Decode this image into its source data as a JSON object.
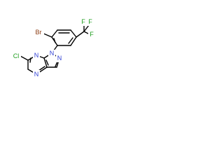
{
  "molecule": {
    "atoms": {
      "br": "Br",
      "n1": "N",
      "n_pyrazole": "N",
      "n_pyrimidine_top": "N",
      "n_pyrimidine_bottom": "N",
      "cl": "Cl",
      "f_top_left": "F",
      "f_top_right": "F",
      "f_right": "F"
    },
    "colors": {
      "bromine": "#8b3a10",
      "nitrogen": "#2f3fd4",
      "chlorine": "#1f9e1f",
      "fluorine": "#1f9e1f",
      "bond": "#000000"
    }
  }
}
